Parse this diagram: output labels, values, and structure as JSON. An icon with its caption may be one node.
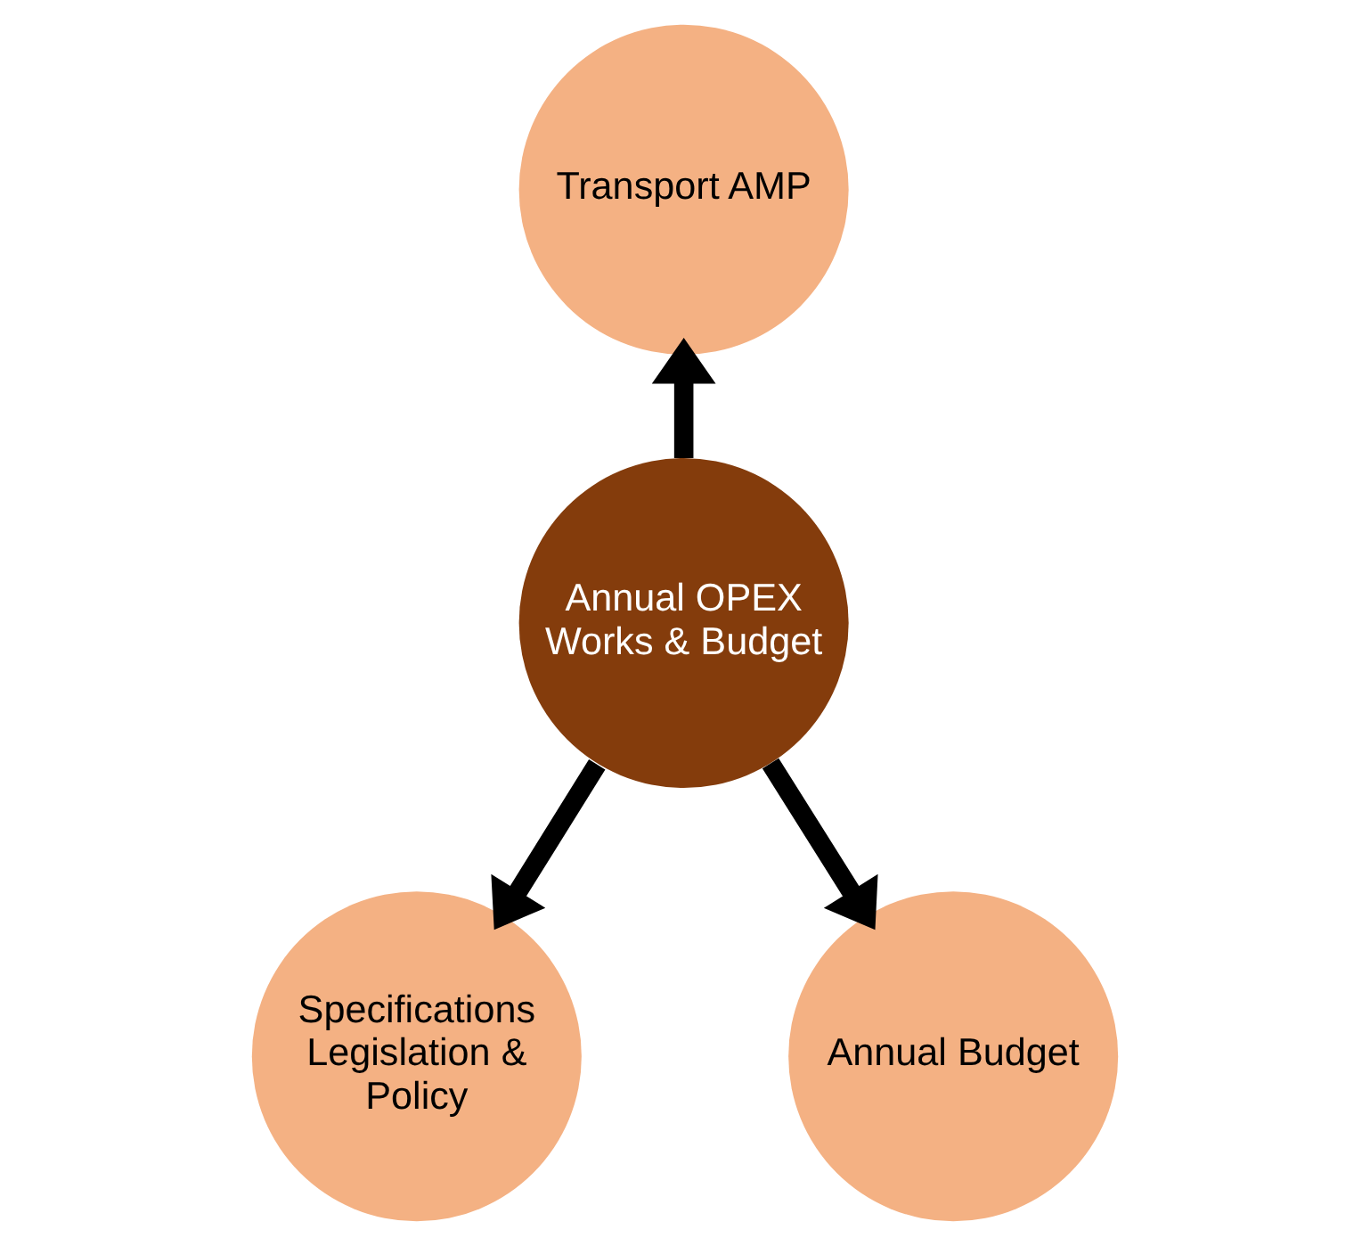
{
  "diagram": {
    "nodes": [
      {
        "text": [
          "Transport AMP"
        ]
      },
      {
        "text": [
          "Annual OPEX Works & Budget"
        ]
      },
      {
        "text": [
          "Specifications Legislation & Policy"
        ]
      },
      {
        "text": [
          "Annual Budget"
        ]
      }
    ],
    "edges": [
      {
        "from": 1,
        "to": 0,
        "arrow": "to"
      },
      {
        "from": 1,
        "to": 2,
        "arrow": "to"
      },
      {
        "from": 1,
        "to": 3,
        "arrow": "to"
      }
    ]
  }
}
